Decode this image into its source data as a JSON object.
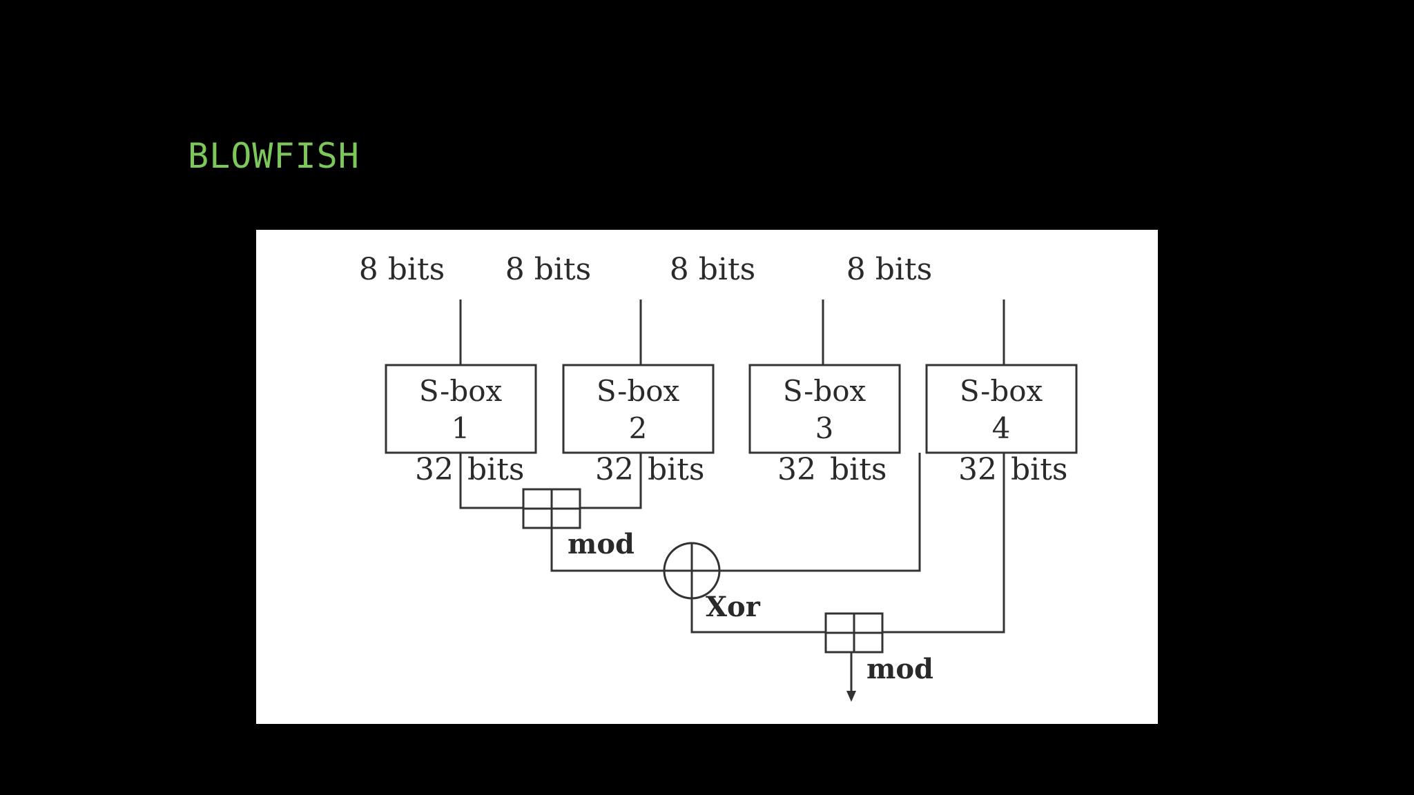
{
  "slide": {
    "title": "BLOWFISH",
    "title_color": "#7cc85a",
    "background": "#000000"
  },
  "diagram": {
    "inputs": [
      {
        "label": "8  bits"
      },
      {
        "label": "8  bits"
      },
      {
        "label": "8  bits"
      },
      {
        "label": "8  bits"
      }
    ],
    "sboxes": [
      {
        "name": "S-box",
        "number": "1",
        "output_num": "32",
        "output_unit": "bits"
      },
      {
        "name": "S-box",
        "number": "2",
        "output_num": "32",
        "output_unit": "bits"
      },
      {
        "name": "S-box",
        "number": "3",
        "output_num": "32",
        "output_unit": "bits"
      },
      {
        "name": "S-box",
        "number": "4",
        "output_num": "32",
        "output_unit": "bits"
      }
    ],
    "operations": {
      "mod_1": "mod",
      "xor": "Xor",
      "mod_2": "mod"
    }
  }
}
